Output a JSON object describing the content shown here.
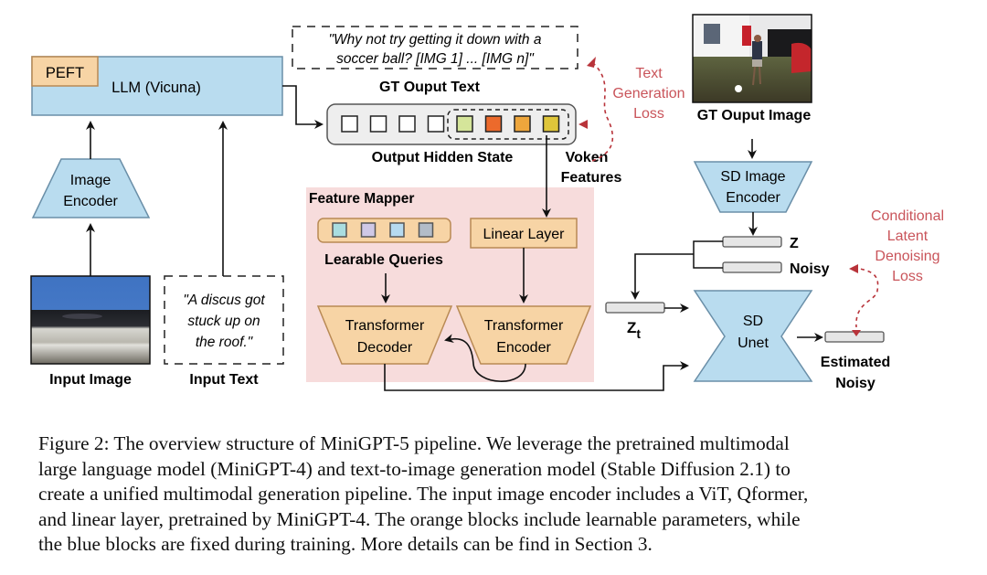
{
  "diagram": {
    "llm": {
      "label": "LLM (Vicuna)",
      "adapter_label": "PEFT"
    },
    "image_encoder": {
      "line1": "Image",
      "line2": "Encoder"
    },
    "input_image": {
      "label": "Input Image"
    },
    "input_text": {
      "line1": "\"A discus got",
      "line2": "stuck up on",
      "line3": "the roof.\"",
      "label": "Input Text"
    },
    "gt_text": {
      "line1": "\"Why not try getting it down with a",
      "line2": "soccer ball? [IMG 1] ... [IMG n]\"",
      "label": "GT Ouput Text"
    },
    "hidden_state": {
      "label": "Output Hidden State",
      "tokens": [
        {
          "color": "#ffffff"
        },
        {
          "color": "#ffffff"
        },
        {
          "color": "#ffffff"
        },
        {
          "color": "#ffffff"
        },
        {
          "color": "#d5e59a"
        },
        {
          "color": "#ec6a2c"
        },
        {
          "color": "#eea63c"
        },
        {
          "color": "#dfc63a"
        }
      ],
      "voken_label1": "Voken",
      "voken_label2": "Features"
    },
    "text_loss": {
      "line1": "Text",
      "line2": "Generation",
      "line3": "Loss"
    },
    "gt_image": {
      "label": "GT Ouput Image"
    },
    "feature_mapper": {
      "title": "Feature Mapper",
      "queries_label": "Learable Queries",
      "queries": [
        {
          "color": "#a9dde0"
        },
        {
          "color": "#cfc8e6"
        },
        {
          "color": "#b6daf0"
        },
        {
          "color": "#b3bcc8"
        }
      ],
      "linear_layer": "Linear Layer",
      "decoder": {
        "line1": "Transformer",
        "line2": "Decoder"
      },
      "encoder": {
        "line1": "Transformer",
        "line2": "Encoder"
      }
    },
    "sd_encoder": {
      "line1": "SD Image",
      "line2": "Encoder"
    },
    "z_label": "Z",
    "noisy_label": "Noisy",
    "zt_label": "Z",
    "zt_sub": "t",
    "unet": {
      "line1": "SD",
      "line2": "Unet"
    },
    "estimated": {
      "line1": "Estimated",
      "line2": "Noisy"
    },
    "latent_loss": {
      "line1": "Conditional",
      "line2": "Latent",
      "line3": "Denoising",
      "line4": "Loss"
    },
    "colors": {
      "blue_block": "#b9dcef",
      "orange_block": "#f7d4a5",
      "mapper_bg": "#f7dcdc",
      "loss_red": "#c9545a"
    }
  },
  "caption": {
    "lines": [
      "Figure 2: The overview structure of MiniGPT-5 pipeline. We leverage the pretrained multimodal",
      "large language model (MiniGPT-4) and text-to-image generation model (Stable Diffusion 2.1) to",
      "create a unified multimodal generation pipeline. The input image encoder includes a ViT, Qformer,",
      "and linear layer, pretrained by MiniGPT-4. The orange blocks include learnable parameters, while",
      "the blue blocks are fixed during training. More details can be find in Section 3."
    ]
  }
}
